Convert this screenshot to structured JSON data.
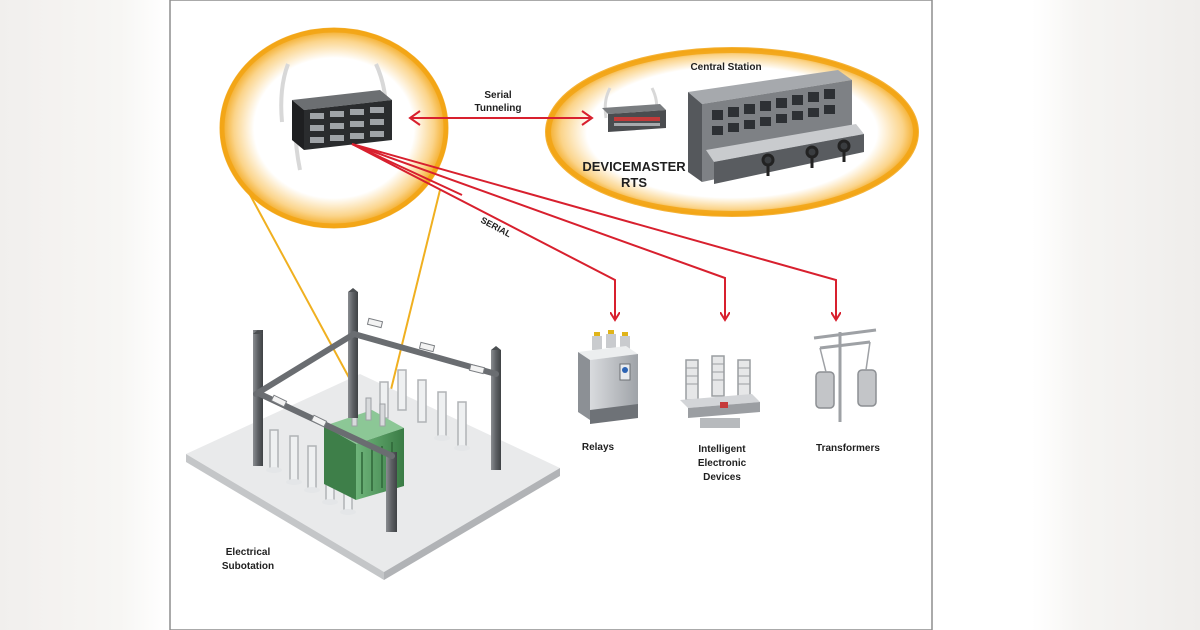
{
  "labels": {
    "serial_tunneling": [
      "Serial",
      "Tunneling"
    ],
    "central_station": "Central Station",
    "devicemaster": [
      "DEVICEMASTER",
      "RTS"
    ],
    "serial": "SERIAL",
    "relays": "Relays",
    "ied": [
      "Intelligent",
      "Electronic",
      "Devices"
    ],
    "transformers": "Transformers",
    "substation": [
      "Electrical",
      "Subotation"
    ]
  },
  "colors": {
    "halo": "#f2a414",
    "arrow": "#d8202e",
    "leader": "#f0b020",
    "transformer": "#4e9a5a"
  }
}
